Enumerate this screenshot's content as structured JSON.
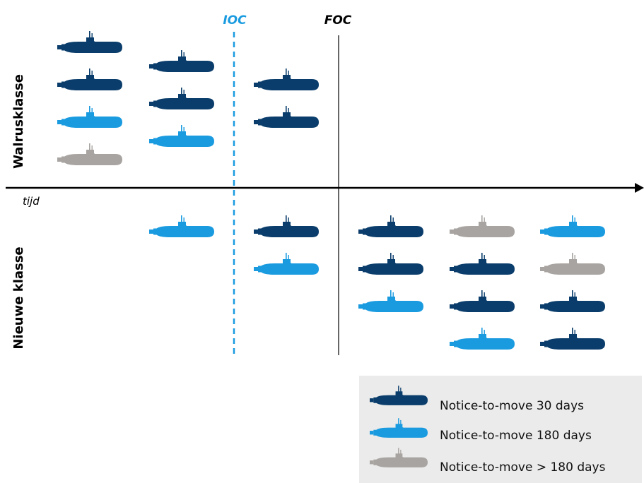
{
  "milestones": {
    "ioc": "IOC",
    "foc": "FOC"
  },
  "rows": {
    "top": "Walrusklasse",
    "bottom": "Nieuwe klasse"
  },
  "axis_label": "tijd",
  "colors": {
    "dark": "#0a3d6b",
    "light": "#1a9be0",
    "gray": "#a8a4a1",
    "axis": "#000000",
    "foc_line": "#666666",
    "legend_bg": "#ebebeb"
  },
  "icon": "submarine-icon",
  "walrus_groups": [
    [
      "dark",
      "dark",
      "light",
      "gray"
    ],
    [
      "dark",
      "dark",
      "light"
    ],
    [
      "dark",
      "dark"
    ]
  ],
  "new_groups": [
    [
      "light"
    ],
    [
      "dark",
      "light"
    ],
    [
      "dark",
      "dark",
      "light"
    ],
    [
      "gray",
      "dark",
      "dark",
      "light"
    ],
    [
      "light",
      "gray",
      "dark",
      "dark"
    ]
  ],
  "legend": [
    {
      "color": "dark",
      "label": "Notice-to-move 30 days"
    },
    {
      "color": "light",
      "label": "Notice-to-move 180 days"
    },
    {
      "color": "gray",
      "label": "Notice-to-move > 180 days"
    }
  ]
}
